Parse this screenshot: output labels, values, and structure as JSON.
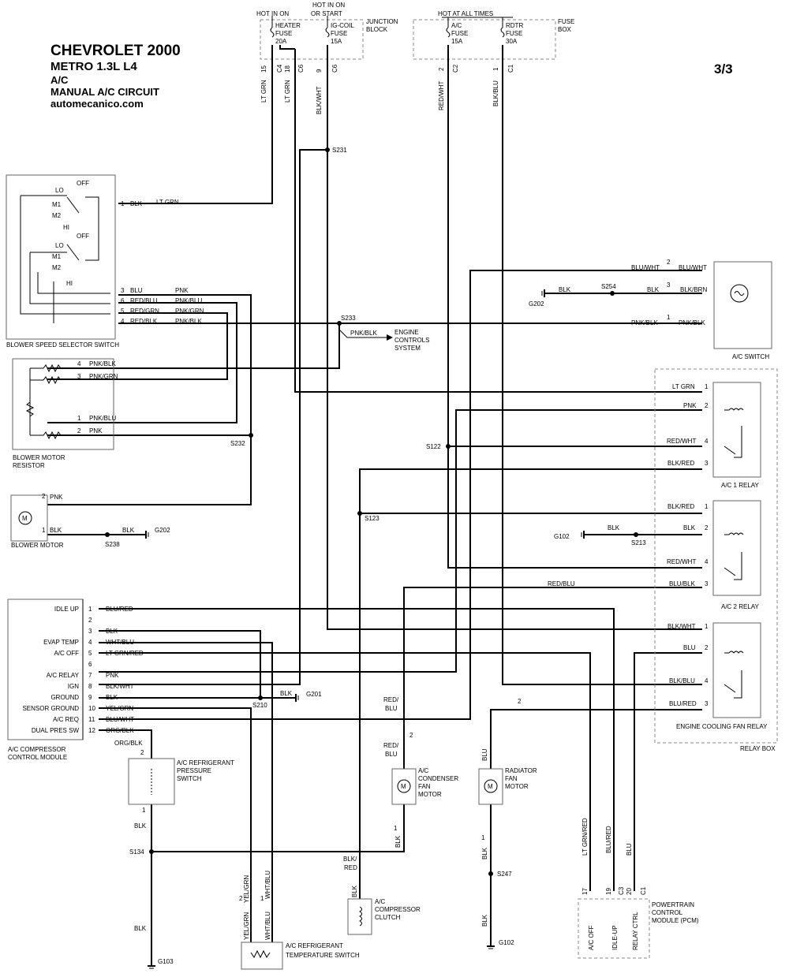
{
  "header": {
    "make": "CHEVROLET 2000",
    "model": "METRO  1.3L  L4",
    "system": "A/C",
    "circuit": "MANUAL A/C CIRCUIT",
    "site": "automecanico.com",
    "page": "3/3"
  },
  "fuse_area": {
    "hot_in_on": "HOT IN ON",
    "hot_in_on_or_start_1": "HOT IN ON",
    "hot_in_on_or_start_2": "OR START",
    "hot_at_all_times": "HOT AT ALL TIMES",
    "junction_block_1": "JUNCTION",
    "junction_block_2": "BLOCK",
    "fuse_box_1": "FUSE",
    "fuse_box_2": "BOX",
    "heater_fuse": [
      "HEATER",
      "FUSE",
      "20A"
    ],
    "igcoil_fuse": [
      "IG-COIL",
      "FUSE",
      "15A"
    ],
    "ac_fuse": [
      "A/C",
      "FUSE",
      "15A"
    ],
    "rdtr_fuse": [
      "RDTR",
      "FUSE",
      "30A"
    ]
  },
  "top_wires": {
    "ltgrn_a": "LT GRN",
    "pin_15": "15",
    "ltgrn_b": "LT GRN",
    "pin_18": "18",
    "c4": "C4",
    "c6a": "C6",
    "blkwht": "BLK/WHT",
    "pin_9": "9",
    "c6b": "C6",
    "redwht": "RED/WHT",
    "pin_2": "2",
    "c2": "C2",
    "blkblu": "BLK/BLU",
    "pin_1": "1",
    "c1": "C1"
  },
  "splices": {
    "s231": "S231",
    "s233": "S233",
    "s232": "S232",
    "s238": "S238",
    "s254": "S254",
    "s122": "S122",
    "s123": "S123",
    "s213": "S213",
    "s210": "S210",
    "s134": "S134",
    "s247": "S247"
  },
  "grounds": {
    "g202a": "G202",
    "g202b": "G202",
    "g102a": "G102",
    "g201": "G201",
    "g103": "G103",
    "g102b": "G102"
  },
  "blower_switch": {
    "name": "BLOWER SPEED SELECTOR SWITCH",
    "lo1": "LO",
    "m1a": "M1",
    "m2a": "M2",
    "hi1": "HI",
    "off1": "OFF",
    "off2": "OFF",
    "lo2": "LO",
    "m1b": "M1",
    "m2b": "M2",
    "hi2": "HI",
    "p1": "1",
    "blk": "BLK",
    "ltgrn": "LT GRN",
    "rows": [
      {
        "pin": "3",
        "a": "BLU",
        "b": "PNK"
      },
      {
        "pin": "6",
        "a": "RED/BLU",
        "b": "PNK/BLU"
      },
      {
        "pin": "5",
        "a": "RED/GRN",
        "b": "PNK/GRN"
      },
      {
        "pin": "4",
        "a": "RED/BLK",
        "b": "PNK/BLK"
      }
    ]
  },
  "ecs": {
    "wire": "PNK/BLK",
    "l1": "ENGINE",
    "l2": "CONTROLS",
    "l3": "SYSTEM"
  },
  "resistor": {
    "name1": "BLOWER MOTOR",
    "name2": "RESISTOR",
    "rows": [
      {
        "pin": "4",
        "w": "PNK/BLK"
      },
      {
        "pin": "3",
        "w": "PNK/GRN"
      },
      {
        "pin": "1",
        "w": "PNK/BLU"
      },
      {
        "pin": "2",
        "w": "PNK"
      }
    ]
  },
  "blower_motor": {
    "name": "BLOWER MOTOR",
    "p2": "2",
    "pnk": "PNK",
    "p1": "1",
    "blk1": "BLK",
    "blk2": "BLK",
    "m": "M"
  },
  "ac_switch": {
    "name": "A/C SWITCH",
    "p2": "2",
    "w2a": "BLU/WHT",
    "w2b": "BLU/WHT",
    "p3": "3",
    "w3a": "BLK",
    "w3b": "BLK",
    "w3c": "BLK/BRN",
    "p1": "1",
    "w1a": "PNK/BLK",
    "w1b": "PNK/BLK"
  },
  "relay1": {
    "name": "A/C 1 RELAY",
    "rows": [
      {
        "pin": "1",
        "w": "LT GRN"
      },
      {
        "pin": "2",
        "w": "PNK"
      },
      {
        "pin": "4",
        "w": "RED/WHT"
      },
      {
        "pin": "3",
        "w": "BLK/RED"
      }
    ]
  },
  "relay2": {
    "name": "A/C 2 RELAY",
    "rows": [
      {
        "pin": "1",
        "w": "BLK/RED"
      },
      {
        "pin": "2",
        "w": "BLK"
      },
      {
        "pin": "4",
        "w": "RED/WHT"
      },
      {
        "pin": "3",
        "w": "BLU/BLK"
      }
    ],
    "blk_left": "BLK",
    "redblu": "RED/BLU"
  },
  "relay3": {
    "name": "ENGINE COOLING FAN RELAY",
    "rows": [
      {
        "pin": "1",
        "w": "BLK/WHT"
      },
      {
        "pin": "2",
        "w": "BLU"
      },
      {
        "pin": "4",
        "w": "BLK/BLU"
      },
      {
        "pin": "3",
        "w": "BLU/RED"
      }
    ],
    "pin2": "2"
  },
  "relay_box": "RELAY BOX",
  "module": {
    "name1": "A/C COMPRESSOR",
    "name2": "CONTROL MODULE",
    "rows": [
      {
        "label": "IDLE UP",
        "pin": "1",
        "w": "BLU/RED"
      },
      {
        "label": "",
        "pin": "2",
        "w": ""
      },
      {
        "label": "",
        "pin": "3",
        "w": "BLK"
      },
      {
        "label": "EVAP TEMP",
        "pin": "4",
        "w": "WHT/BLU"
      },
      {
        "label": "A/C OFF",
        "pin": "5",
        "w": "LT GRN/RED"
      },
      {
        "label": "",
        "pin": "6",
        "w": ""
      },
      {
        "label": "A/C RELAY",
        "pin": "7",
        "w": "PNK"
      },
      {
        "label": "IGN",
        "pin": "8",
        "w": "BLK/WHT"
      },
      {
        "label": "GROUND",
        "pin": "9",
        "w": "BLK"
      },
      {
        "label": "SENSOR GROUND",
        "pin": "10",
        "w": "YEL/GRN"
      },
      {
        "label": "A/C REQ",
        "pin": "11",
        "w": "BLU/WHT"
      },
      {
        "label": "DUAL PRES SW",
        "pin": "12",
        "w": "ORG/BLK"
      }
    ],
    "blk_g201": "BLK"
  },
  "pressure_switch": {
    "l1": "A/C REFRIGERANT",
    "l2": "PRESSURE",
    "l3": "SWITCH",
    "wire_top": "ORG/BLK",
    "p2": "2",
    "p1": "1",
    "blk1": "BLK",
    "blk2": "BLK"
  },
  "temp_switch": {
    "l1": "A/C REFRIGERANT",
    "l2": "TEMPERATURE SWITCH",
    "w1": "YEL/GRN",
    "w2": "WHT/BLU",
    "w3": "YEL/GRN",
    "w4": "WHT/BLU",
    "p2": "2",
    "p1": "1"
  },
  "condenser_motor": {
    "l1": "A/C",
    "l2": "CONDENSER",
    "l3": "FAN",
    "l4": "MOTOR",
    "w1a": "RED/",
    "w1b": "BLU",
    "w2a": "RED/",
    "w2b": "BLU",
    "p2": "2",
    "p1": "1",
    "blk": "BLK",
    "m": "M"
  },
  "radiator_motor": {
    "l1": "RADIATOR",
    "l2": "FAN",
    "l3": "MOTOR",
    "w_top": "BLU",
    "p1": "1",
    "blk1": "BLK",
    "blk2": "BLK",
    "p2": "2",
    "m": "M"
  },
  "clutch": {
    "l1": "A/C",
    "l2": "COMPRESSOR",
    "l3": "CLUTCH",
    "w1": "BLK/",
    "w2": "RED",
    "blk": "BLK"
  },
  "pcm": {
    "l1": "POWERTRAIN",
    "l2": "CONTROL",
    "l3": "MODULE (PCM)",
    "cols": [
      {
        "wire": "LT GRN/RED",
        "pin": "17",
        "conn": "",
        "label": "A/C OFF"
      },
      {
        "wire": "BLU/RED",
        "pin": "19",
        "conn": "C3",
        "label": "IDLE-UP"
      },
      {
        "wire": "BLU",
        "pin": "20",
        "conn": "C1",
        "label": "RELAY CTRL"
      }
    ]
  }
}
